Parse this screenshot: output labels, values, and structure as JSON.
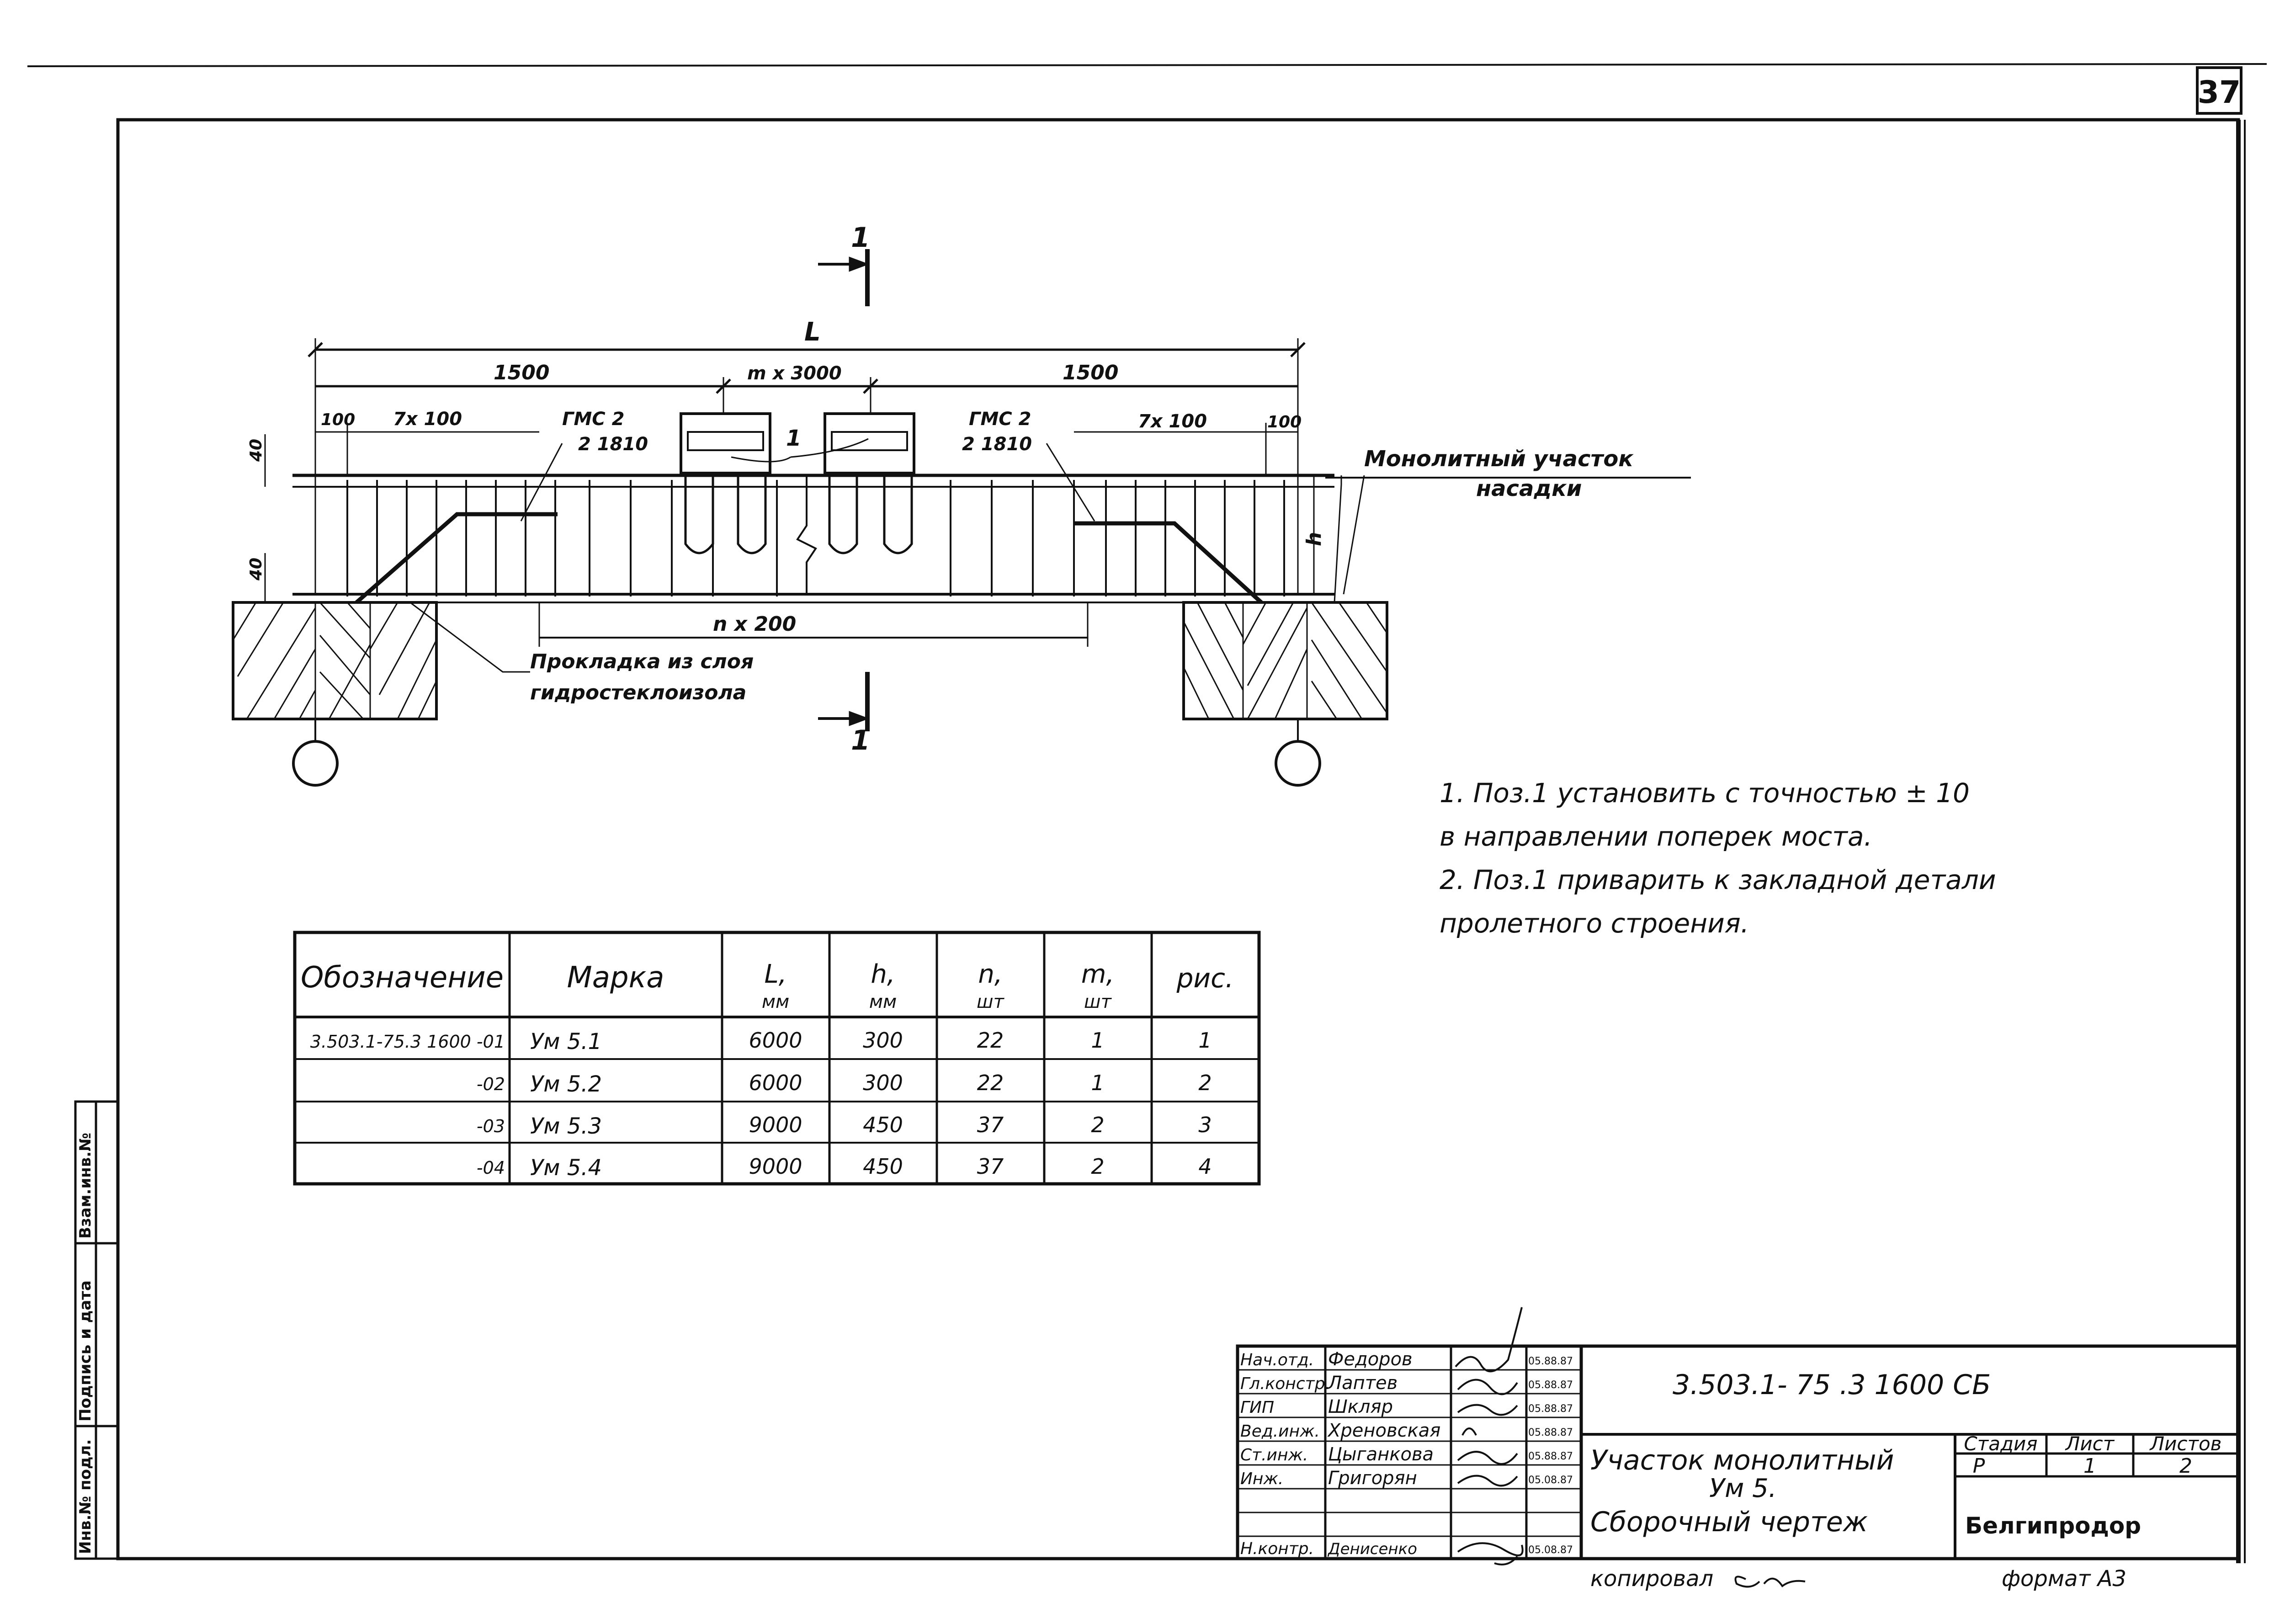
{
  "sheet": {
    "page_number": "37",
    "format_label": "формат А3",
    "copied_label": "копировал"
  },
  "drawing": {
    "section_mark": "1",
    "dim_total": "L",
    "dim_left_end": "1500",
    "dim_middle": "m x 3000",
    "dim_right_end": "1500",
    "dim_100_left": "100",
    "dim_steps_left": "7x 100",
    "dim_steps_right": "7x 100",
    "dim_100_right": "100",
    "dim_height": "h",
    "dim_bottom": "n x 200",
    "dim_top_cover": "40",
    "dim_bottom_cover": "40",
    "gms_left": "ГМС 2",
    "gms_left_len": "2 1810",
    "gms_right": "ГМС 2",
    "gms_right_len": "2 1810",
    "pos_mark": "1",
    "callout_monolith_1": "Монолитный участок",
    "callout_monolith_2": "насадки",
    "callout_pad_1": "Прокладка из слоя",
    "callout_pad_2": "гидростеклоизола"
  },
  "notes": [
    "1. Поз.1 установить с точностью ± 10",
    "в направлении поперек моста.",
    "2. Поз.1 приварить к закладной детали",
    "пролетного строения."
  ],
  "spec_table": {
    "headers": [
      {
        "main": "Обозначение",
        "unit": ""
      },
      {
        "main": "Марка",
        "unit": ""
      },
      {
        "main": "L,",
        "unit": "мм"
      },
      {
        "main": "h,",
        "unit": "мм"
      },
      {
        "main": "n,",
        "unit": "шт"
      },
      {
        "main": "m,",
        "unit": "шт"
      },
      {
        "main": "рис.",
        "unit": ""
      }
    ],
    "rows": [
      [
        "3.503.1-75.3 1600 -01",
        "Ум 5.1",
        "6000",
        "300",
        "22",
        "1",
        "1"
      ],
      [
        "-02",
        "Ум 5.2",
        "6000",
        "300",
        "22",
        "1",
        "2"
      ],
      [
        "-03",
        "Ум 5.3",
        "9000",
        "450",
        "37",
        "2",
        "3"
      ],
      [
        "-04",
        "Ум 5.4",
        "9000",
        "450",
        "37",
        "2",
        "4"
      ]
    ]
  },
  "title_block": {
    "document_code": "3.503.1- 75 .3 1600 СБ",
    "title_line1": "Участок монолитный",
    "title_line2": "Ум 5.",
    "title_line3": "Сборочный чертеж",
    "stage_header": "Стадия",
    "sheet_header": "Лист",
    "sheets_header": "Листов",
    "stage_value": "Р",
    "sheet_value": "1",
    "sheets_value": "2",
    "organization": "Белгипродор",
    "staff": [
      {
        "role": "Нач.отд.",
        "name": "Федоров",
        "date": "05.88.87"
      },
      {
        "role": "Гл.констр.",
        "name": "Лаптев",
        "date": "05.88.87"
      },
      {
        "role": "ГИП",
        "name": "Шкляр",
        "date": "05.88.87"
      },
      {
        "role": "Вед.инж.",
        "name": "Хреновская",
        "date": "05.88.87"
      },
      {
        "role": "Ст.инж.",
        "name": "Цыганкова",
        "date": "05.88.87"
      },
      {
        "role": "Инж.",
        "name": "Григорян",
        "date": "05.08.87"
      },
      {
        "role": "",
        "name": "",
        "date": ""
      },
      {
        "role": "Н.контр.",
        "name": "Денисенко",
        "date": "05.08.87"
      }
    ]
  },
  "side_stamp": {
    "inv_orig": "Инв.№ подл.",
    "sign_date": "Подпись и дата",
    "replace_inv": "Взам.инв.№"
  }
}
